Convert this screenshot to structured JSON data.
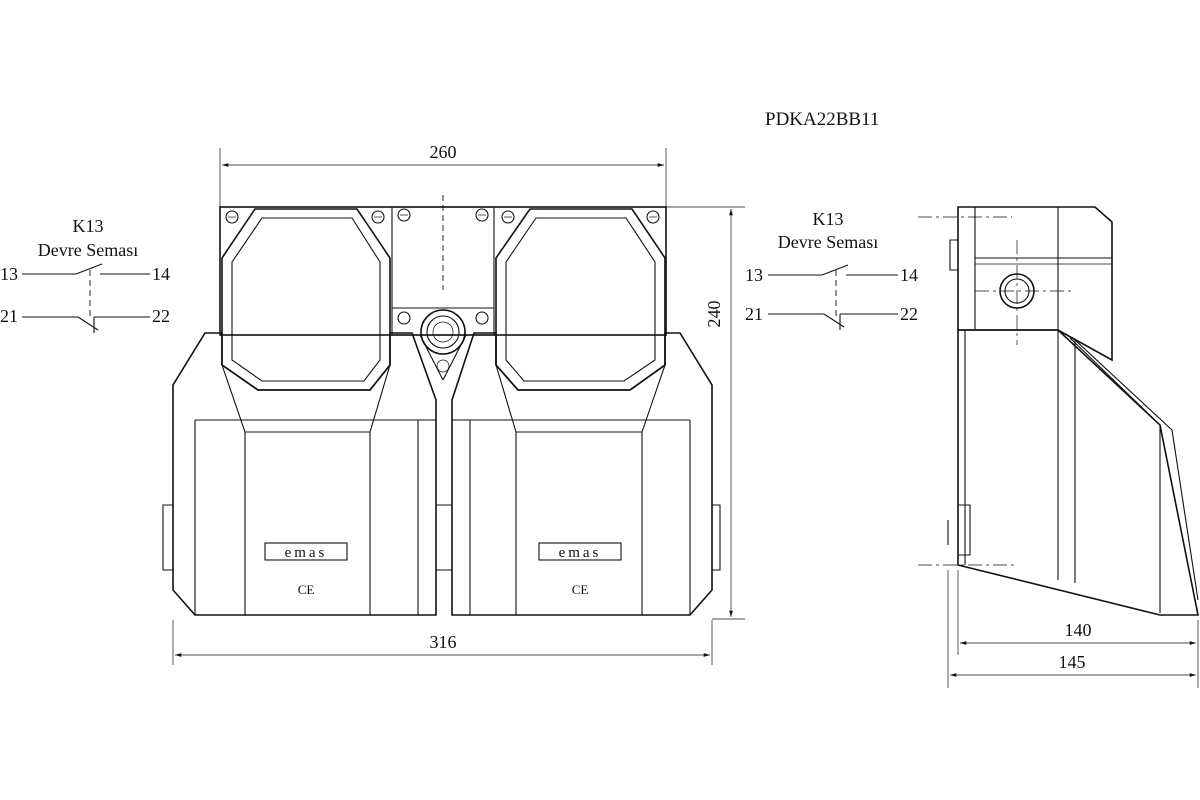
{
  "model": "PDKA22BB11",
  "dimensions": {
    "width_top": "260",
    "height": "240",
    "width_bottom": "316",
    "depth_140": "140",
    "depth_145": "145"
  },
  "schematic_left": {
    "title": "K13",
    "subtitle": "Devre Seması",
    "t13": "13",
    "t14": "14",
    "t21": "21",
    "t22": "22"
  },
  "schematic_right": {
    "title": "K13",
    "subtitle": "Devre Seması",
    "t13": "13",
    "t14": "14",
    "t21": "21",
    "t22": "22"
  },
  "brand_label": "emas",
  "ce_mark": "CE"
}
